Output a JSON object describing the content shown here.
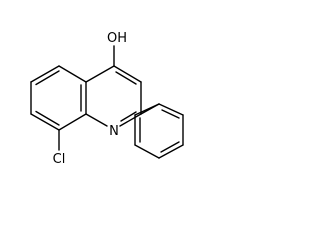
{
  "molecule": {
    "atoms": {
      "hydroxyl": "OH",
      "ring_nitrogen": "N",
      "chlorine": "Cl"
    },
    "colors": {
      "bond": "#000000",
      "label": "#000000",
      "background": "#ffffff"
    }
  }
}
